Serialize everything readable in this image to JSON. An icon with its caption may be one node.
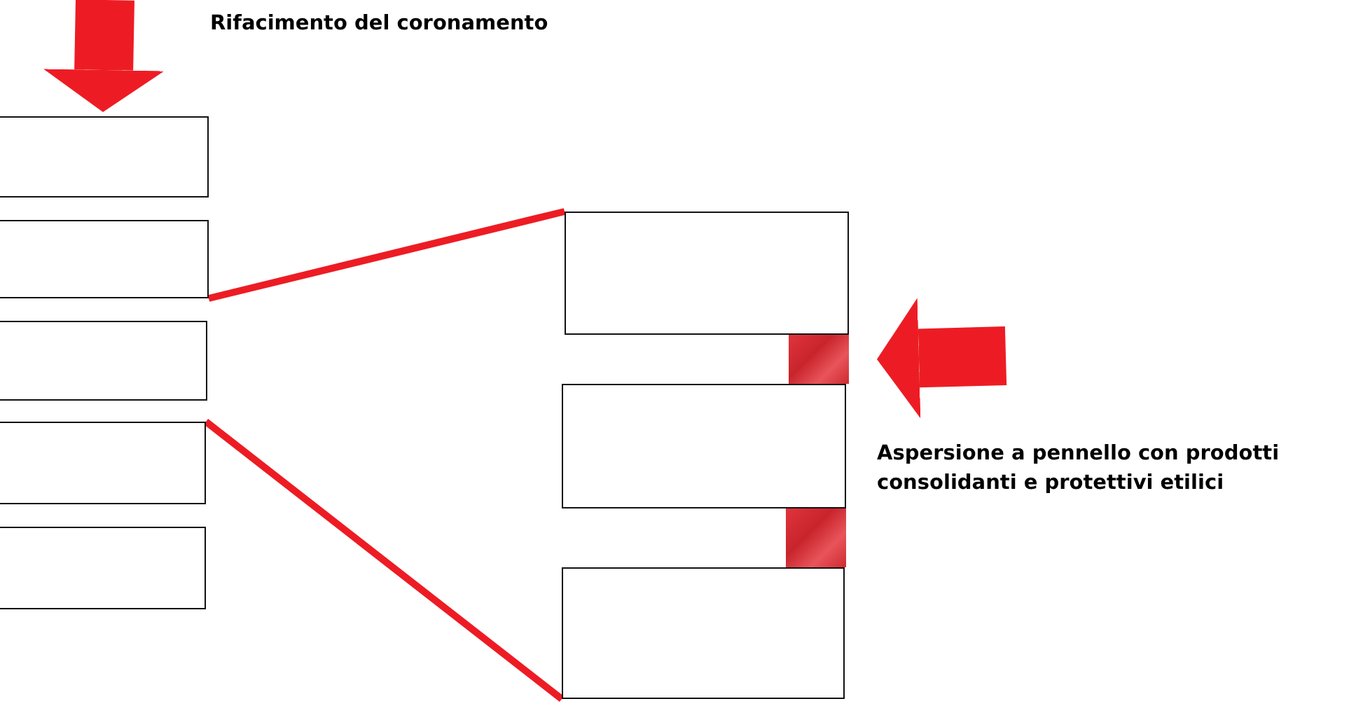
{
  "diagram": {
    "nodes": [
      {
        "text": [],
        "shape": "box"
      },
      {
        "text": [],
        "shape": "box"
      },
      {
        "text": [],
        "shape": "box"
      },
      {
        "text": [],
        "shape": "box"
      },
      {
        "text": [],
        "shape": "box"
      },
      {
        "text": [],
        "shape": "box"
      },
      {
        "text": [],
        "shape": "bar"
      },
      {
        "text": [],
        "shape": "box"
      },
      {
        "text": [],
        "shape": "bar"
      },
      {
        "text": [],
        "shape": "box"
      }
    ],
    "edges": [
      {
        "from": null,
        "to": 0,
        "arrow": "to",
        "style": "thick",
        "color": "#ed1c24"
      },
      {
        "from": 1,
        "to": 5,
        "arrow": "none",
        "color": "#ed1c24"
      },
      {
        "from": 3,
        "to": 9,
        "arrow": "none",
        "color": "#ed1c24"
      },
      {
        "from": null,
        "to": 6,
        "arrow": "to",
        "style": "thick",
        "color": "#ed1c24"
      }
    ],
    "labels": [
      "Rifacimento del coronamento",
      "Aspersione a pennello con prodotti consolidanti e protettivi etilici"
    ]
  }
}
